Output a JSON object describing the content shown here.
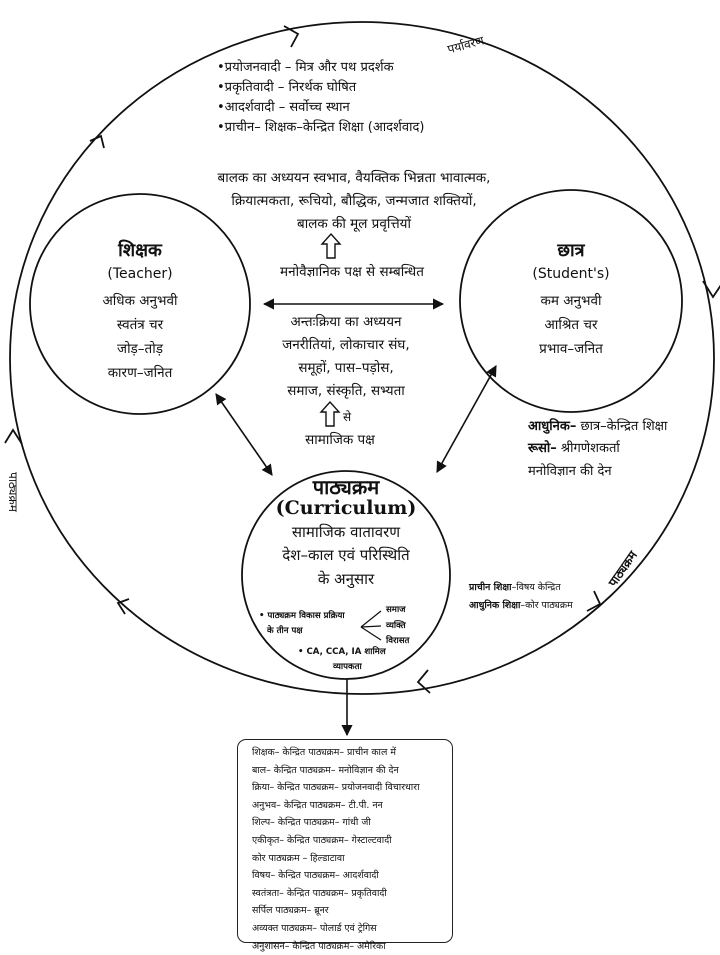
{
  "environment_label": "पर्यावरण",
  "philosophies": [
    "•प्रयोजनवादी – मित्र और पथ प्रदर्शक",
    "•प्रकृतिवादी – निरर्थक घोषित",
    "•आदर्शवादी – सर्वोच्च स्थान",
    "•प्राचीन– शिक्षक–केन्द्रित शिक्षा (आदर्शवाद)"
  ],
  "psychological": {
    "lines": [
      "बालक का अध्ययन स्वभाव, वैयक्तिक भिन्नता भावात्मक,",
      "क्रियात्मकता, रूचियो, बौद्धिक, जन्मजात शक्तियों,",
      "बालक की मूल प्रवृत्तियों"
    ],
    "label": "मनोवैज्ञानिक पक्ष से सम्बन्धित"
  },
  "interaction": {
    "lines": [
      "अन्तःक्रिया का अध्ययन",
      "जनरीतियां, लोकाचार संघ,",
      "समूहों, पास–पड़ोस,",
      "समाज, संस्कृति, सभ्यता"
    ],
    "se": "से",
    "label": "सामाजिक पक्ष"
  },
  "teacher": {
    "title": "शिक्षक",
    "english": "(Teacher)",
    "traits": [
      "अधिक अनुभवी",
      "स्वतंत्र चर",
      "जोड़–तोड़",
      "कारण–जनित"
    ]
  },
  "student": {
    "title": "छात्र",
    "english": "(Student's)",
    "traits": [
      "कम अनुभवी",
      "आश्रित चर",
      "प्रभाव–जनित"
    ]
  },
  "student_notes": {
    "modern_key": "आधुनिक–",
    "modern_val": " छात्र–केन्द्रित शिक्षा",
    "rousseau_key": "रूसो–",
    "rousseau_val": " श्रीगणेशकर्ता",
    "psychology": "मनोविज्ञान की देन"
  },
  "curriculum": {
    "title": "पाठ्यक्रम",
    "english": "(Curriculum)",
    "lines": [
      "सामाजिक वातावरण",
      "देश–काल एवं परिस्थिति",
      "के अनुसार"
    ],
    "process_line1": "• पाठ्यक्रम विकास प्रक्रिया",
    "process_line2": "के तीन पक्ष",
    "three_aspects": [
      "समाज",
      "व्यक्ति",
      "विरासत"
    ],
    "assessment": "• CA, CCA, IA  शामिल",
    "breadth": "व्यापकता"
  },
  "curriculum_notes": {
    "ancient_key": "प्राचीन शिक्षा",
    "ancient_val": "–विषय केन्द्रित",
    "modern_key": "आधुनिक शिक्षा",
    "modern_val": "–कोर पाठ्यक्रम"
  },
  "rotated_labels": {
    "left": "पाठ्यक्रम",
    "right": "पाठ्यक्रम"
  },
  "curriculum_types": [
    "शिक्षक– केन्द्रित पाठ्यक्रम– प्राचीन काल में",
    "बाल– केन्द्रित पाठ्यक्रम– मनोविज्ञान की देन",
    "क्रिया– केन्द्रित पाठ्यक्रम– प्रयोजनवादी विचारधारा",
    "अनुभव– केन्द्रित पाठ्यक्रम– टी.पी. नन",
    "शिल्प– केन्द्रित पाठ्यक्रम– गांधी जी",
    "एकीकृत– केन्द्रित पाठ्यक्रम– गेस्टाल्टवादी",
    "कोर पाठ्यक्रम – हिल्डाटावा",
    "विषय– केन्द्रित पाठ्यक्रम– आदर्शवादी",
    "स्वतंत्रता– केन्द्रित पाठ्यक्रम– प्रकृतिवादी",
    "सर्पिल पाठ्यक्रम– ब्रूनर",
    "अव्यक्त पाठ्यक्रम– पोलार्ड एवं ट्रेगिस",
    "अनुशासन– केन्द्रित पाठ्यक्रम– अमेरिका"
  ]
}
